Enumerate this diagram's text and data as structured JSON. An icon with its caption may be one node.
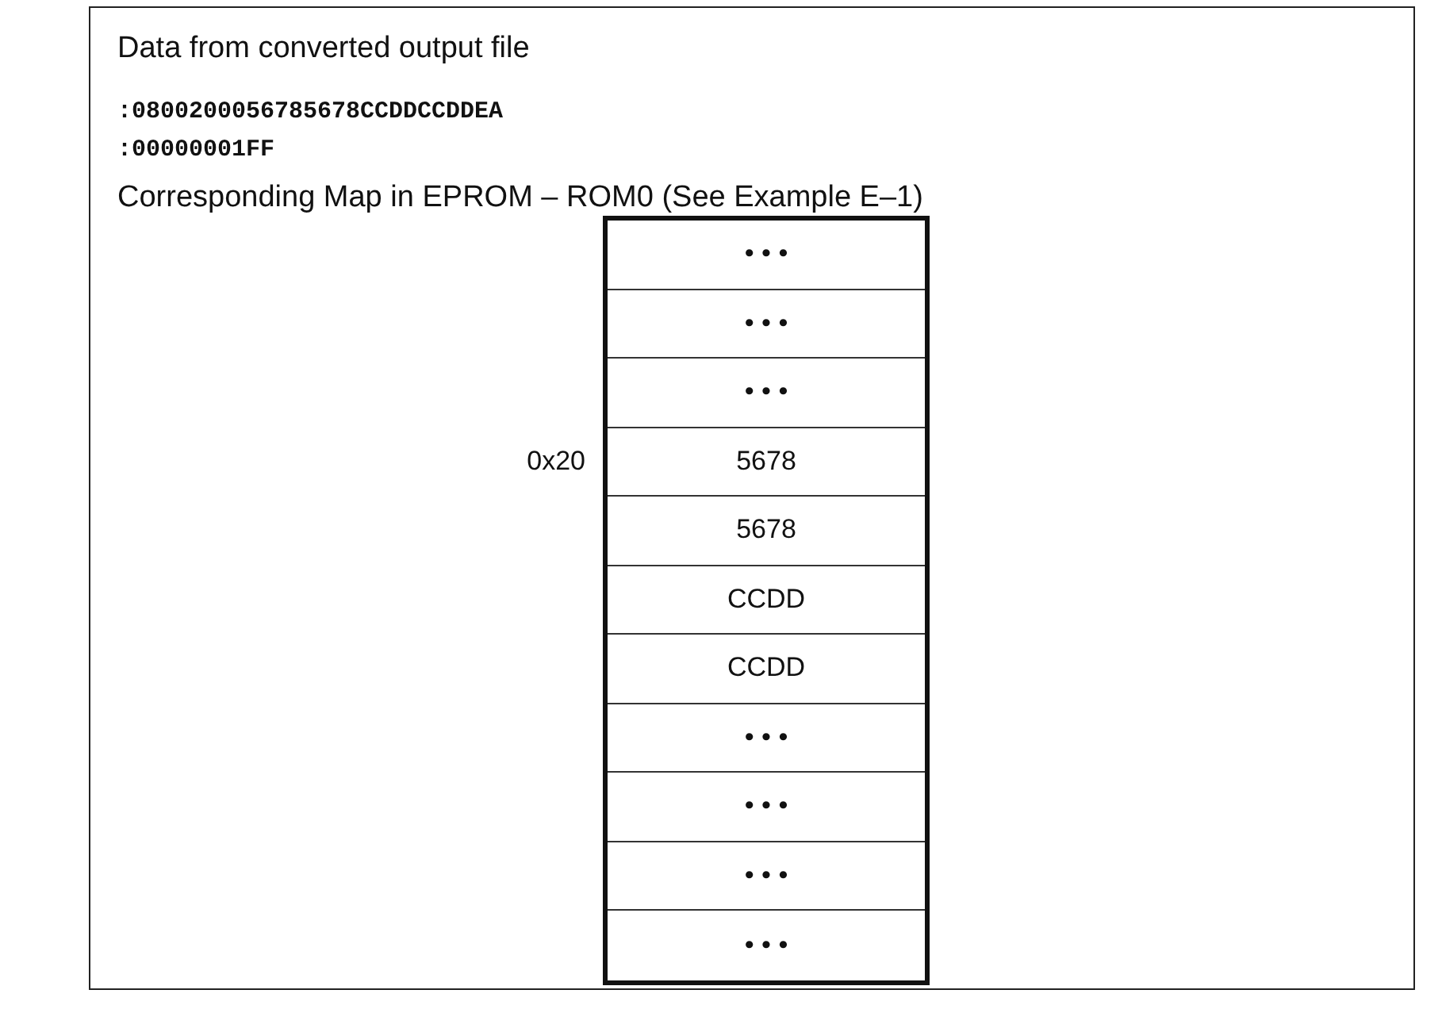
{
  "diagram": {
    "nodes": [
      {
        "text": [
          "• • •"
        ]
      },
      {
        "text": [
          "• • •"
        ]
      },
      {
        "text": [
          "• • •"
        ]
      },
      {
        "text": [
          "5678"
        ],
        "beside": [
          "0x20"
        ]
      },
      {
        "text": [
          "5678"
        ]
      },
      {
        "text": [
          "CCDD"
        ]
      },
      {
        "text": [
          "CCDD"
        ]
      },
      {
        "text": [
          "• • •"
        ]
      },
      {
        "text": [
          "• • •"
        ]
      },
      {
        "text": [
          "• • •"
        ]
      },
      {
        "text": [
          "• • •"
        ]
      }
    ],
    "edges": [],
    "labels": [
      "Data from converted output file",
      ":0800200056785678CCDDCCDDEA",
      ":00000001FF",
      "Corresponding Map in EPROM – ROM0 (See Example E–1)"
    ]
  }
}
